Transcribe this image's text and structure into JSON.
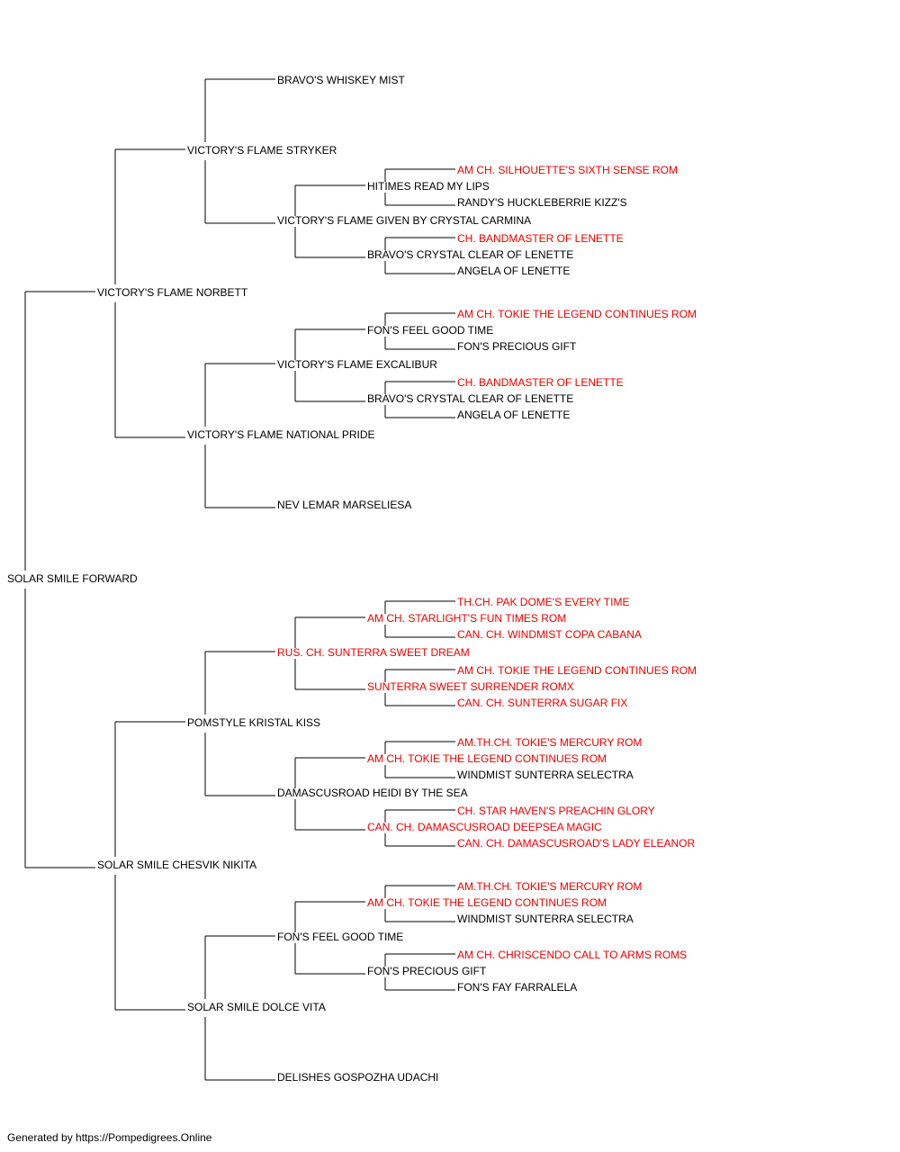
{
  "colors": {
    "normal": "#000000",
    "champion": "#ee0000"
  },
  "footer": "Generated by https://Pompedigrees.Online",
  "pedigree": {
    "name": "SOLAR SMILE FORWARD",
    "ch": false,
    "sire": {
      "name": "VICTORY'S FLAME NORBETT",
      "ch": false,
      "sire": {
        "name": "VICTORY'S FLAME STRYKER",
        "ch": false,
        "sire": {
          "name": "BRAVO'S WHISKEY MIST",
          "ch": false
        },
        "dam": {
          "name": "VICTORY'S FLAME GIVEN BY CRYSTAL CARMINA",
          "ch": false,
          "sire": {
            "name": "HITIMES READ MY LIPS",
            "ch": false,
            "sire": {
              "name": "AM CH. SILHOUETTE'S SIXTH SENSE ROM",
              "ch": true
            },
            "dam": {
              "name": "RANDY'S HUCKLEBERRIE KIZZ'S",
              "ch": false
            }
          },
          "dam": {
            "name": "BRAVO'S CRYSTAL CLEAR OF LENETTE",
            "ch": false,
            "sire": {
              "name": "CH. BANDMASTER OF LENETTE",
              "ch": true
            },
            "dam": {
              "name": "ANGELA OF LENETTE",
              "ch": false
            }
          }
        }
      },
      "dam": {
        "name": "VICTORY'S FLAME NATIONAL PRIDE",
        "ch": false,
        "sire": {
          "name": "VICTORY'S FLAME EXCALIBUR",
          "ch": false,
          "sire": {
            "name": "FON'S FEEL GOOD TIME",
            "ch": false,
            "sire": {
              "name": "AM CH. TOKIE THE LEGEND CONTINUES ROM",
              "ch": true
            },
            "dam": {
              "name": "FON'S PRECIOUS GIFT",
              "ch": false
            }
          },
          "dam": {
            "name": "BRAVO'S CRYSTAL CLEAR OF LENETTE",
            "ch": false,
            "sire": {
              "name": "CH. BANDMASTER OF LENETTE",
              "ch": true
            },
            "dam": {
              "name": "ANGELA OF LENETTE",
              "ch": false
            }
          }
        },
        "dam": {
          "name": "NEV LEMAR MARSELIESA",
          "ch": false
        }
      }
    },
    "dam": {
      "name": "SOLAR SMILE CHESVIK NIKITA",
      "ch": false,
      "sire": {
        "name": "POMSTYLE KRISTAL KISS",
        "ch": false,
        "sire": {
          "name": "RUS. CH. SUNTERRA SWEET DREAM",
          "ch": true,
          "sire": {
            "name": "AM CH. STARLIGHT'S FUN TIMES ROM",
            "ch": true,
            "sire": {
              "name": "TH.CH. PAK DOME'S EVERY TIME",
              "ch": true
            },
            "dam": {
              "name": "CAN. CH. WINDMIST COPA CABANA",
              "ch": true
            }
          },
          "dam": {
            "name": "SUNTERRA SWEET SURRENDER ROMX",
            "ch": true,
            "sire": {
              "name": "AM CH. TOKIE THE LEGEND CONTINUES ROM",
              "ch": true
            },
            "dam": {
              "name": "CAN. CH. SUNTERRA SUGAR FIX",
              "ch": true
            }
          }
        },
        "dam": {
          "name": "DAMASCUSROAD HEIDI BY THE SEA",
          "ch": false,
          "sire": {
            "name": "AM CH. TOKIE THE LEGEND CONTINUES ROM",
            "ch": true,
            "sire": {
              "name": "AM.TH.CH. TOKIE'S MERCURY ROM",
              "ch": true
            },
            "dam": {
              "name": "WINDMIST SUNTERRA SELECTRA",
              "ch": false
            }
          },
          "dam": {
            "name": "CAN. CH. DAMASCUSROAD DEEPSEA MAGIC",
            "ch": true,
            "sire": {
              "name": "CH. STAR HAVEN'S PREACHIN GLORY",
              "ch": true
            },
            "dam": {
              "name": "CAN. CH. DAMASCUSROAD'S LADY ELEANOR",
              "ch": true
            }
          }
        }
      },
      "dam": {
        "name": "SOLAR SMILE DOLCE VITA",
        "ch": false,
        "sire": {
          "name": "FON'S FEEL GOOD TIME",
          "ch": false,
          "sire": {
            "name": "AM CH. TOKIE THE LEGEND CONTINUES ROM",
            "ch": true,
            "sire": {
              "name": "AM.TH.CH. TOKIE'S MERCURY ROM",
              "ch": true
            },
            "dam": {
              "name": "WINDMIST SUNTERRA SELECTRA",
              "ch": false
            }
          },
          "dam": {
            "name": "FON'S PRECIOUS GIFT",
            "ch": false,
            "sire": {
              "name": "AM CH. CHRISCENDO CALL TO ARMS ROMS",
              "ch": true
            },
            "dam": {
              "name": "FON'S FAY FARRALELA",
              "ch": false
            }
          }
        },
        "dam": {
          "name": "DELISHES GOSPOZHA UDACHI",
          "ch": false
        }
      }
    }
  }
}
